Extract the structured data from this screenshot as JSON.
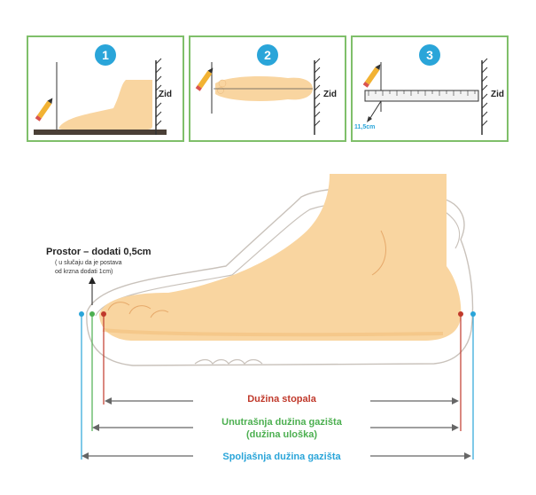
{
  "steps": [
    {
      "number": "1",
      "wall_label": "Zid"
    },
    {
      "number": "2",
      "wall_label": "Zid"
    },
    {
      "number": "3",
      "wall_label": "Zid",
      "measurement": "11,5cm"
    }
  ],
  "space": {
    "title": "Prostor – dodati 0,5cm",
    "note_line1": "( u slučaju da je postava",
    "note_line2": "od krzna dodati 1cm)"
  },
  "measures": {
    "foot_length": "Dužina stopala",
    "inner_length": "Unutrašnja dužina gazišta",
    "inner_length_sub": "(dužina uloška)",
    "outer_length": "Spoljašnja dužina gazišta"
  },
  "colors": {
    "panel_border": "#7fbf6a",
    "badge": "#2aa5d9",
    "foot_length": "#c0392b",
    "inner_length": "#4caf50",
    "outer_length": "#2aa5d9",
    "skin": "#f9d5a0"
  }
}
